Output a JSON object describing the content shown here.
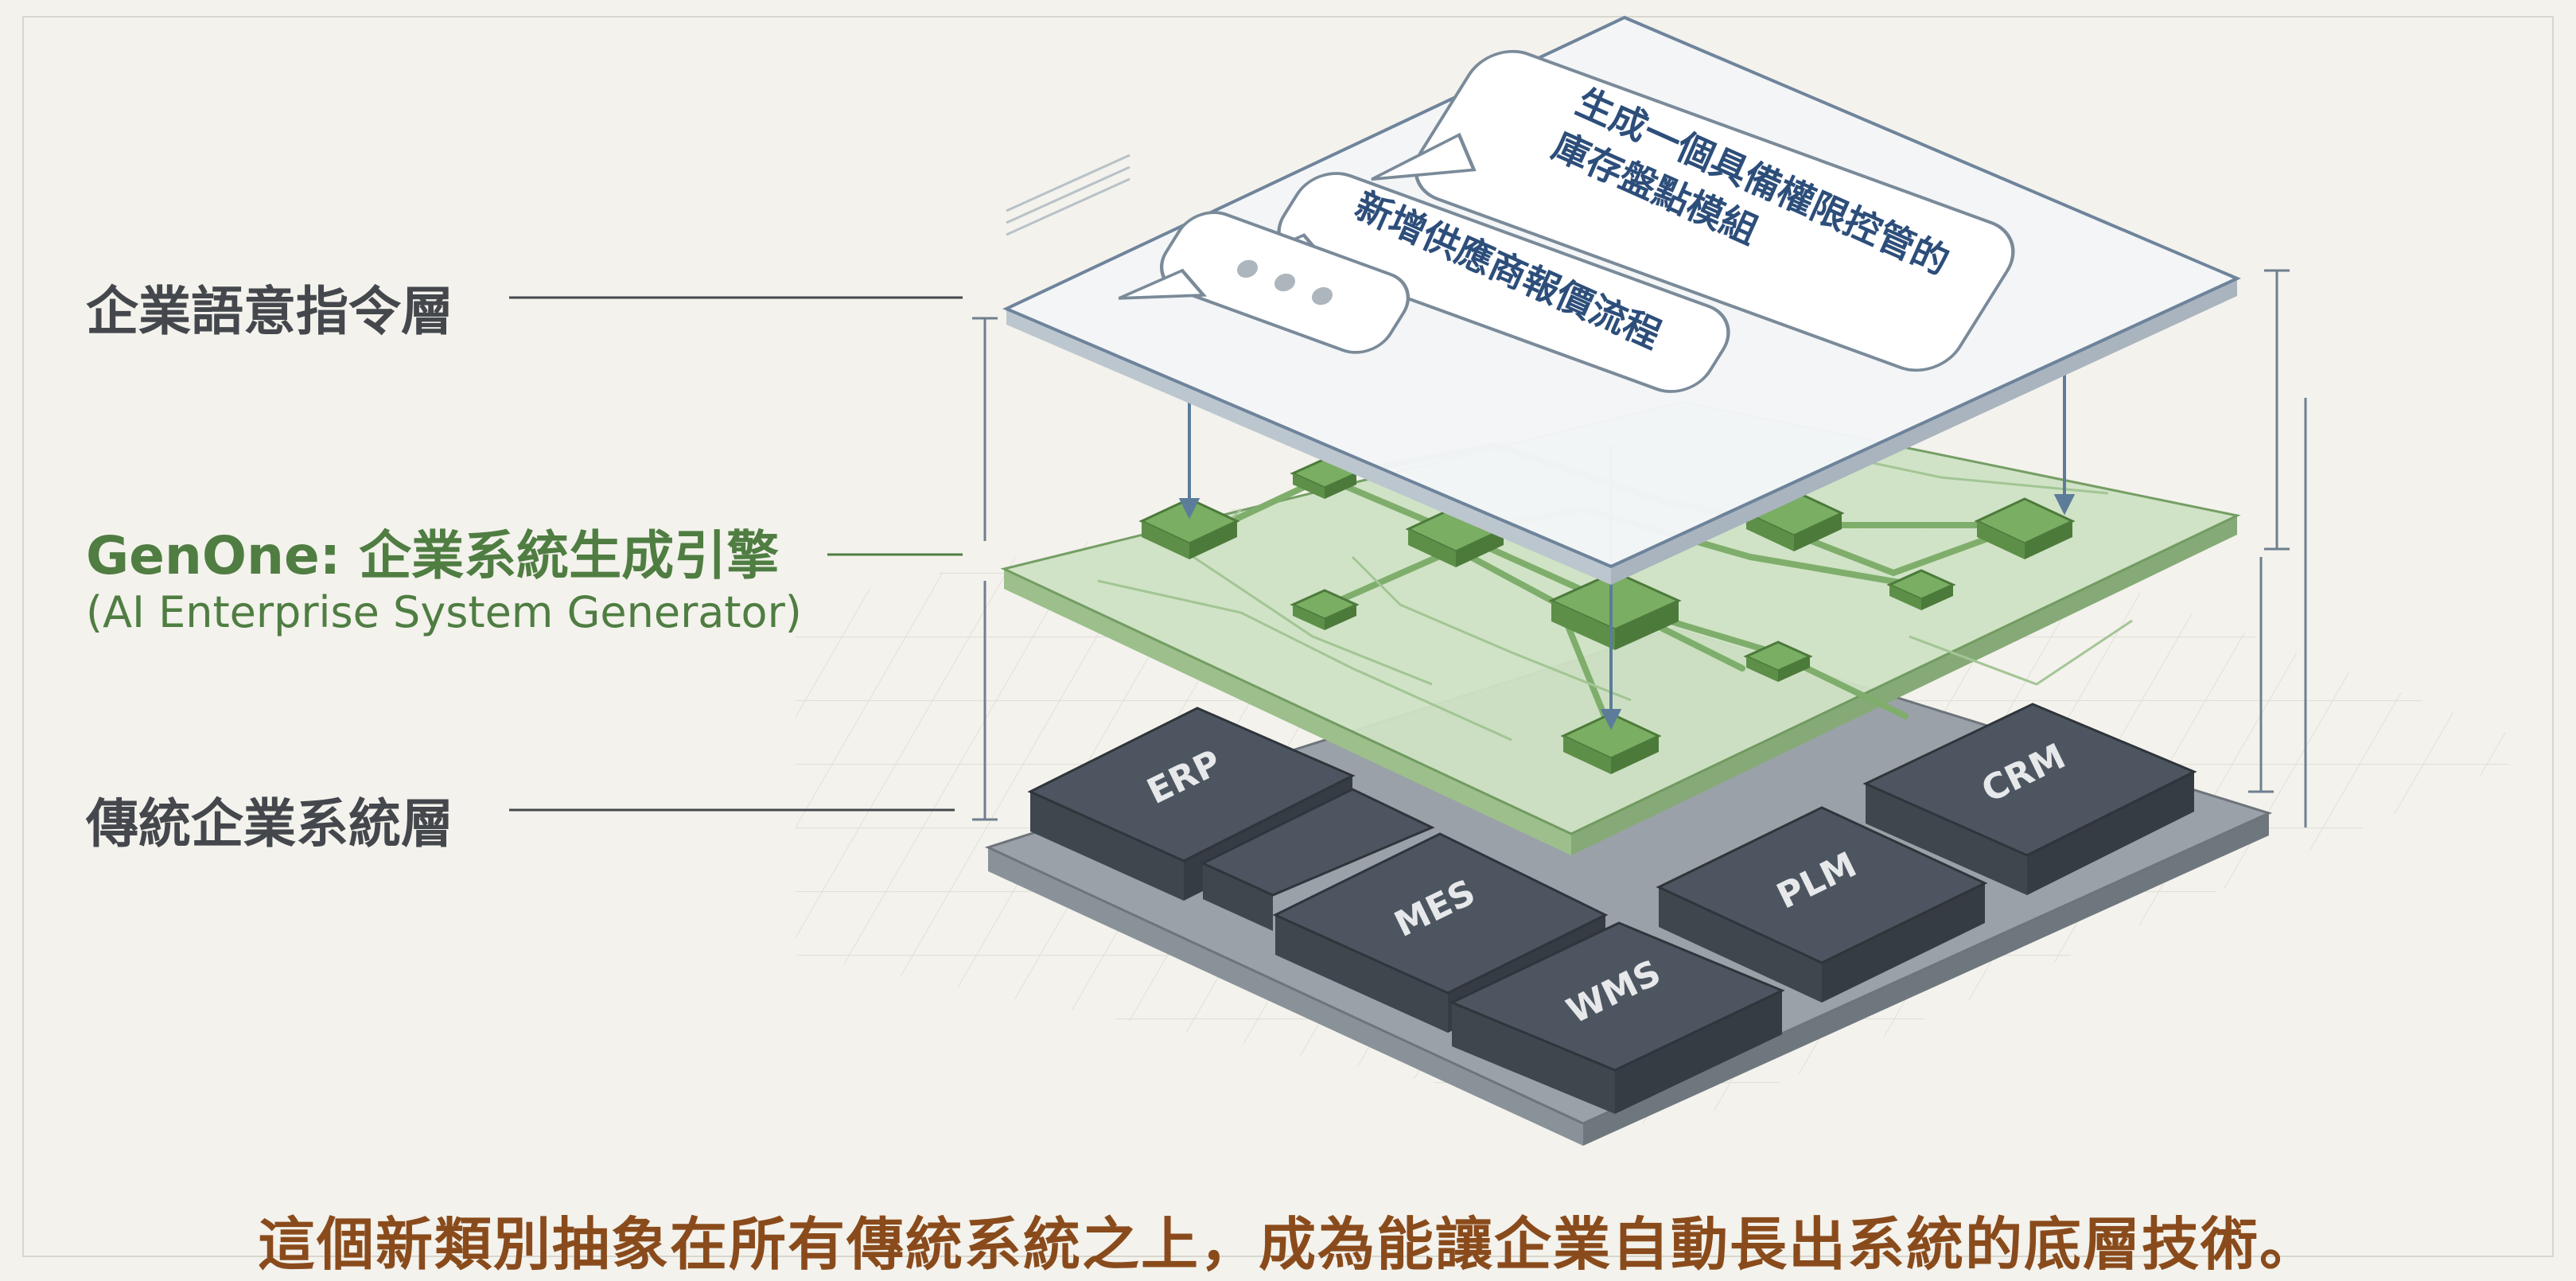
{
  "labels": {
    "semantic_layer": "企業語意指令層",
    "genone_title": "GenOne: 企業系統生成引擎",
    "genone_subtitle": "(AI Enterprise System Generator)",
    "legacy_layer": "傳統企業系統層"
  },
  "bubbles": {
    "bubble_1_line_1": "生成一個具備權限控管的",
    "bubble_1_line_2": "庫存盤點模組",
    "bubble_2": "新增供應商報價流程"
  },
  "modules": [
    "ERP",
    "CRM",
    "MES",
    "PLM",
    "WMS"
  ],
  "caption": "這個新類別抽象在所有傳統系統之上，成為能讓企業自動長出系統的底層技術。",
  "colors": {
    "background": "#f3f2ec",
    "label_gray": "#44484d",
    "genone_green": "#4f7d42",
    "circuit_green": "#cfe3c4",
    "module_dark": "#4d5660",
    "caption_brown": "#8a4b1c"
  }
}
